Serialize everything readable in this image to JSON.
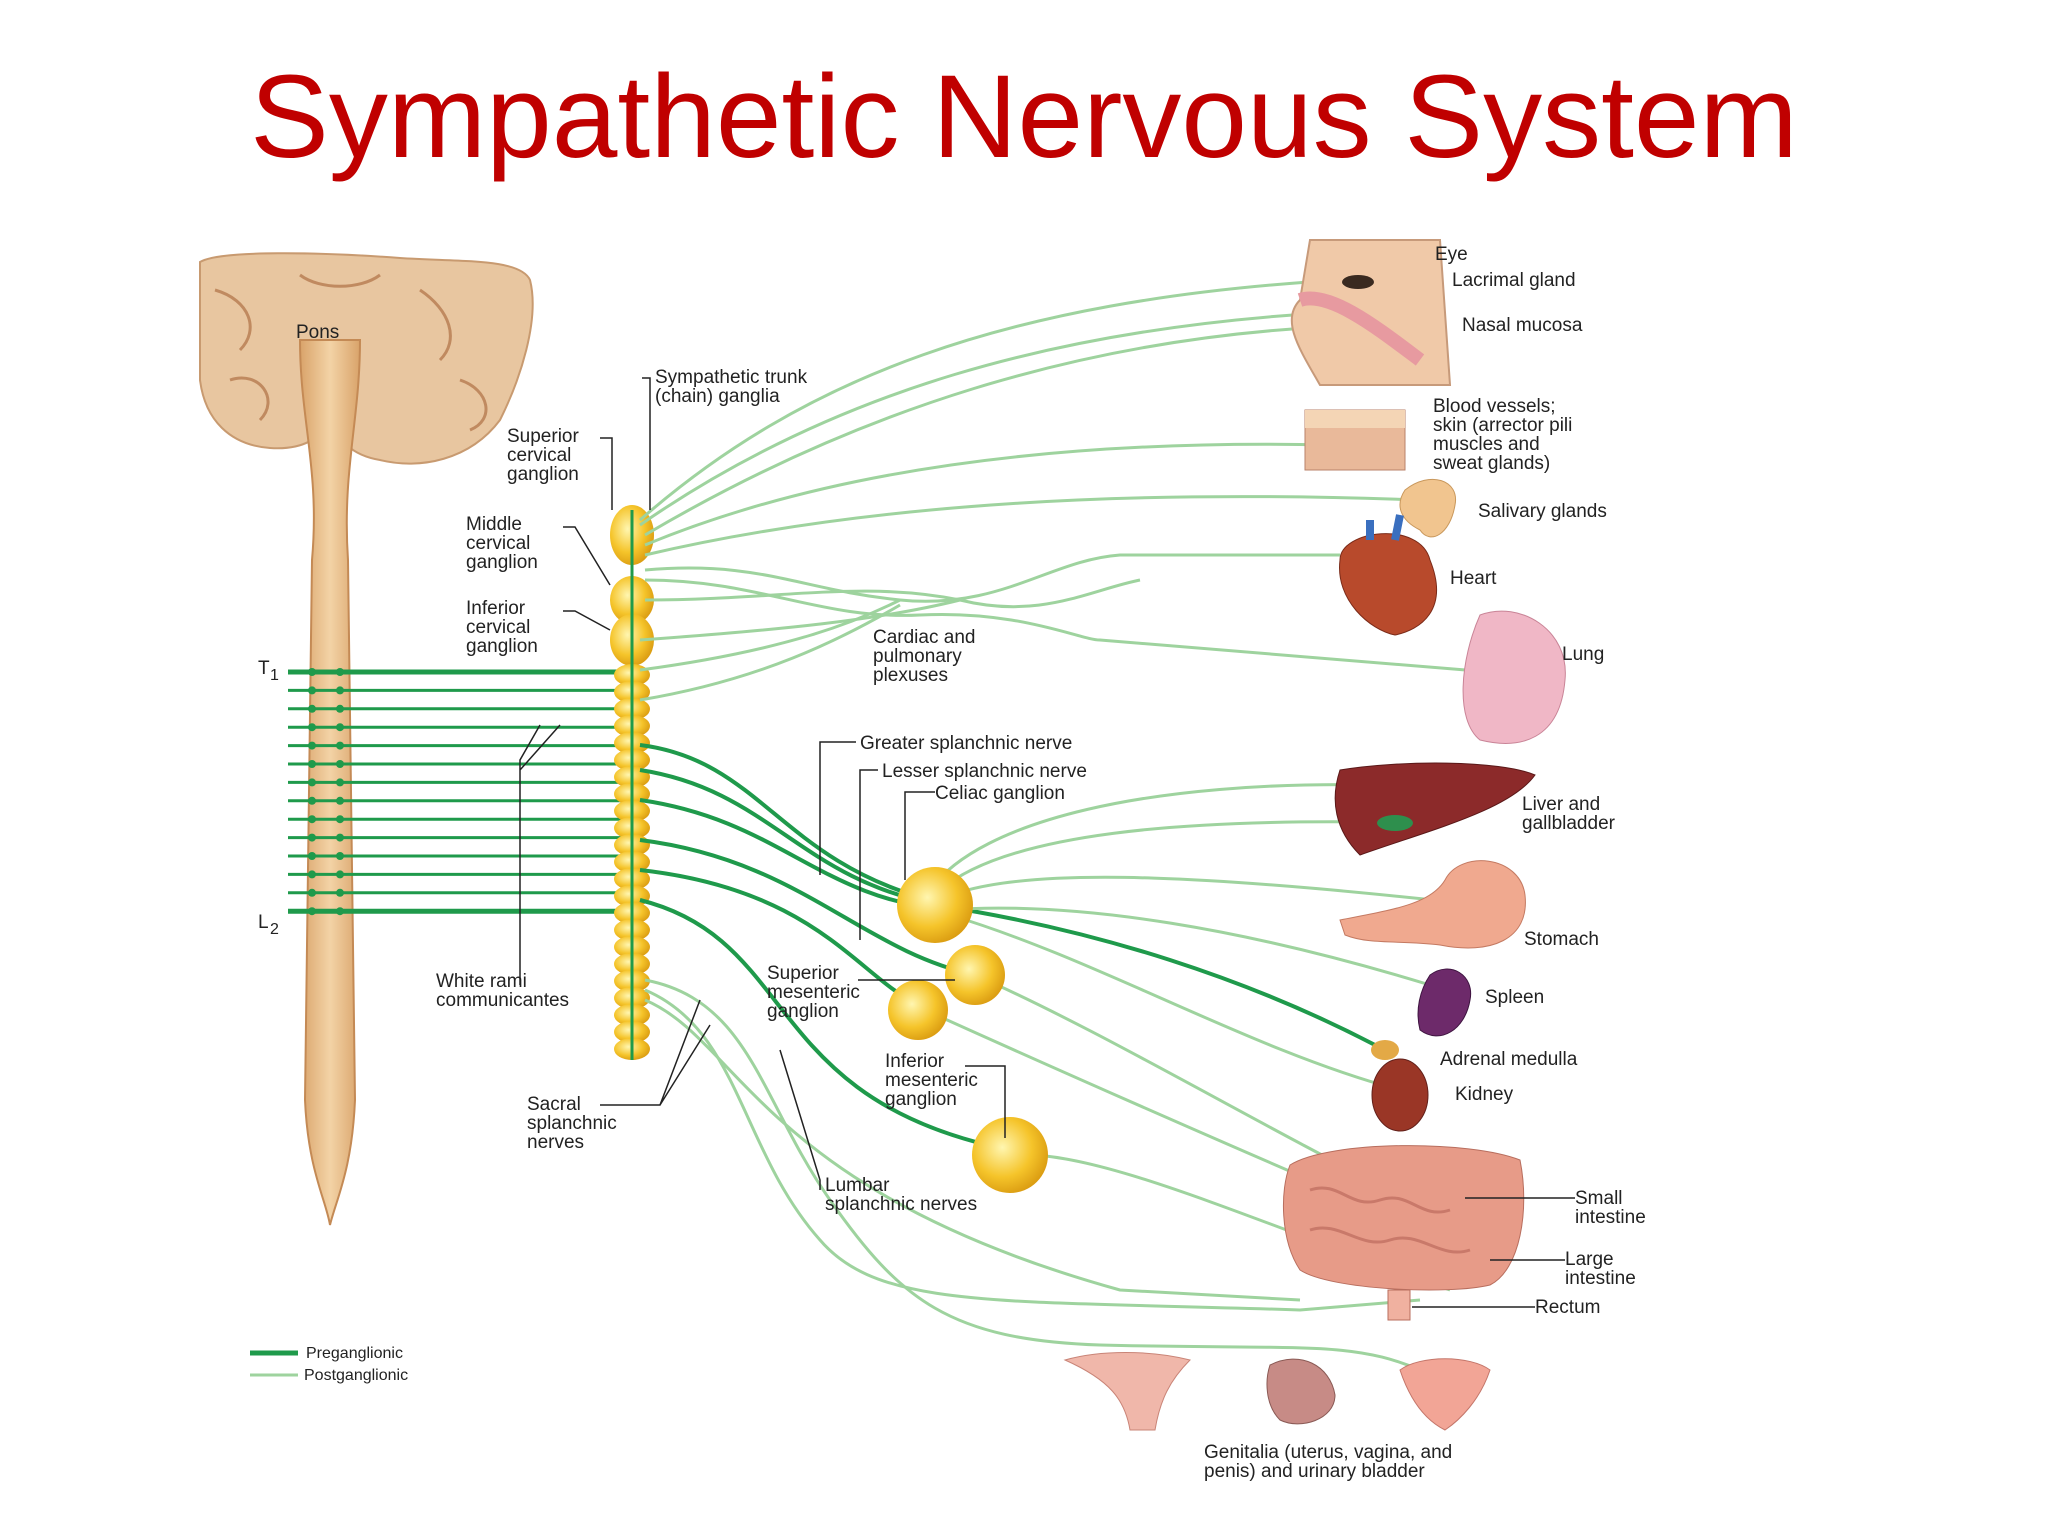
{
  "slide_title": "Sympathetic Nervous System",
  "colors": {
    "title": "#c00000",
    "preganglionic": "#1f9a4b",
    "postganglionic": "#9ed39e",
    "ganglion": "#f5c42a"
  },
  "spinal": {
    "pons": "Pons",
    "t1_letter": "T",
    "t1_sub": "1",
    "l2_letter": "L",
    "l2_sub": "2"
  },
  "ganglia_labels": {
    "sympathetic_trunk_1": "Sympathetic trunk",
    "sympathetic_trunk_2": "(chain) ganglia",
    "superior_cervical_1": "Superior",
    "superior_cervical_2": "cervical",
    "superior_cervical_3": "ganglion",
    "middle_cervical_1": "Middle",
    "middle_cervical_2": "cervical",
    "middle_cervical_3": "ganglion",
    "inferior_cervical_1": "Inferior",
    "inferior_cervical_2": "cervical",
    "inferior_cervical_3": "ganglion",
    "white_rami_1": "White rami",
    "white_rami_2": "communicantes",
    "sacral_1": "Sacral",
    "sacral_2": "splanchnic",
    "sacral_3": "nerves",
    "cardiac_1": "Cardiac and",
    "cardiac_2": "pulmonary",
    "cardiac_3": "plexuses",
    "greater_splanchnic": "Greater splanchnic nerve",
    "lesser_splanchnic": "Lesser splanchnic nerve",
    "celiac_ganglion": "Celiac ganglion",
    "superior_mesenteric_1": "Superior",
    "superior_mesenteric_2": "mesenteric",
    "superior_mesenteric_3": "ganglion",
    "inferior_mesenteric_1": "Inferior",
    "inferior_mesenteric_2": "mesenteric",
    "inferior_mesenteric_3": "ganglion",
    "lumbar_1": "Lumbar",
    "lumbar_2": "splanchnic nerves"
  },
  "organs": {
    "eye": "Eye",
    "lacrimal": "Lacrimal gland",
    "nasal": "Nasal mucosa",
    "blood_1": "Blood vessels;",
    "blood_2": "skin (arrector pili",
    "blood_3": "muscles and",
    "blood_4": "sweat glands)",
    "salivary": "Salivary glands",
    "heart": "Heart",
    "lung": "Lung",
    "liver_1": "Liver and",
    "liver_2": "gallbladder",
    "stomach": "Stomach",
    "spleen": "Spleen",
    "adrenal": "Adrenal medulla",
    "kidney": "Kidney",
    "small_1": "Small",
    "small_2": "intestine",
    "large_1": "Large",
    "large_2": "intestine",
    "rectum": "Rectum",
    "genitalia_1": "Genitalia (uterus, vagina, and",
    "genitalia_2": "penis) and urinary bladder"
  },
  "legend": {
    "preganglionic": "Preganglionic",
    "postganglionic": "Postganglionic"
  }
}
